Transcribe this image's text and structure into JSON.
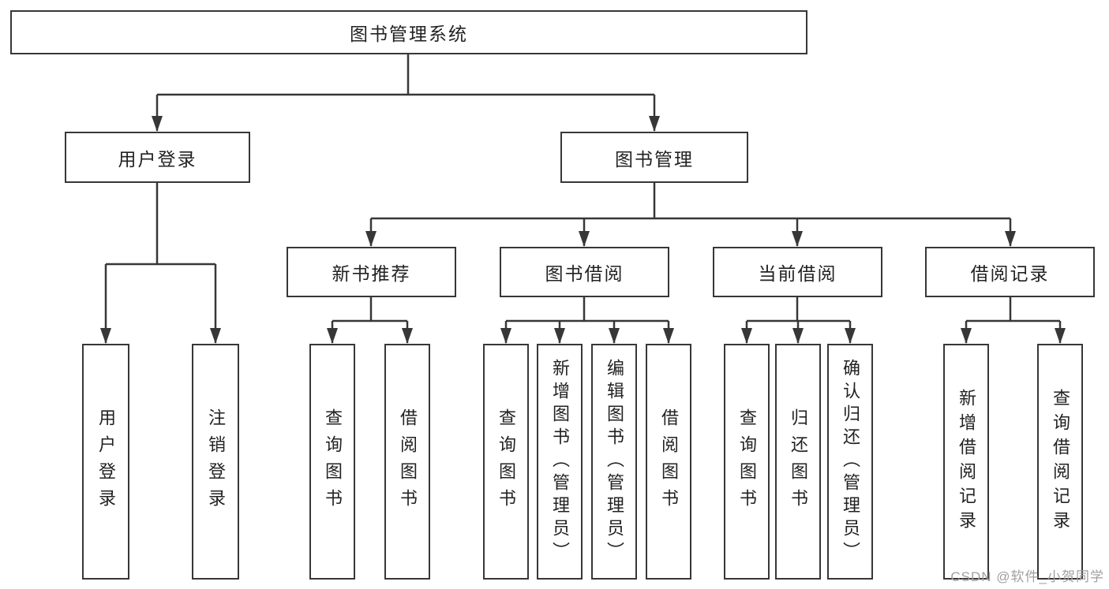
{
  "tree": {
    "label": "图书管理系统",
    "children": [
      {
        "label": "用户登录",
        "children": [
          {
            "label": "用户登录"
          },
          {
            "label": "注销登录"
          }
        ]
      },
      {
        "label": "图书管理",
        "children": [
          {
            "label": "新书推荐",
            "children": [
              {
                "label": "查询图书"
              },
              {
                "label": "借阅图书"
              }
            ]
          },
          {
            "label": "图书借阅",
            "children": [
              {
                "label": "查询图书"
              },
              {
                "label": "新增图书（管理员）"
              },
              {
                "label": "编辑图书（管理员）"
              },
              {
                "label": "借阅图书"
              }
            ]
          },
          {
            "label": "当前借阅",
            "children": [
              {
                "label": "查询图书"
              },
              {
                "label": "归还图书"
              },
              {
                "label": "确认归还（管理员）"
              }
            ]
          },
          {
            "label": "借阅记录",
            "children": [
              {
                "label": "新增借阅记录"
              },
              {
                "label": "查询借阅记录"
              }
            ]
          }
        ]
      }
    ]
  },
  "watermark": {
    "text": "CSDN @软件_小贺同学"
  },
  "colors": {
    "line": "#373737",
    "text": "#222222",
    "watermark": "#a0a0a0",
    "background": "#ffffff"
  }
}
